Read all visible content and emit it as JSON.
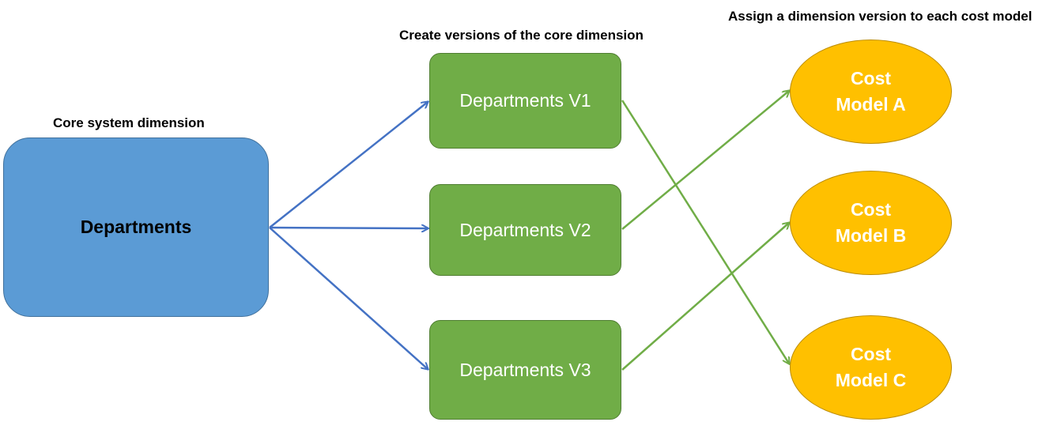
{
  "headings": {
    "core": "Core system dimension",
    "versions": "Create versions of the core dimension",
    "assign": "Assign a dimension version to each cost model"
  },
  "core": {
    "label": "Departments"
  },
  "versions": [
    {
      "label": "Departments V1"
    },
    {
      "label": "Departments V2"
    },
    {
      "label": "Departments V3"
    }
  ],
  "models": [
    {
      "line1": "Cost",
      "line2": "Model A"
    },
    {
      "line1": "Cost",
      "line2": "Model B"
    },
    {
      "line1": "Cost",
      "line2": "Model C"
    }
  ],
  "assignments": [
    {
      "version": "Departments V1",
      "model": "Model C"
    },
    {
      "version": "Departments V2",
      "model": "Model A"
    },
    {
      "version": "Departments V3",
      "model": "Model B"
    }
  ],
  "colors": {
    "core_fill": "#5b9bd5",
    "version_fill": "#70ad47",
    "model_fill": "#ffc000",
    "blue_connector": "#4472c4",
    "green_connector": "#70ad47"
  }
}
